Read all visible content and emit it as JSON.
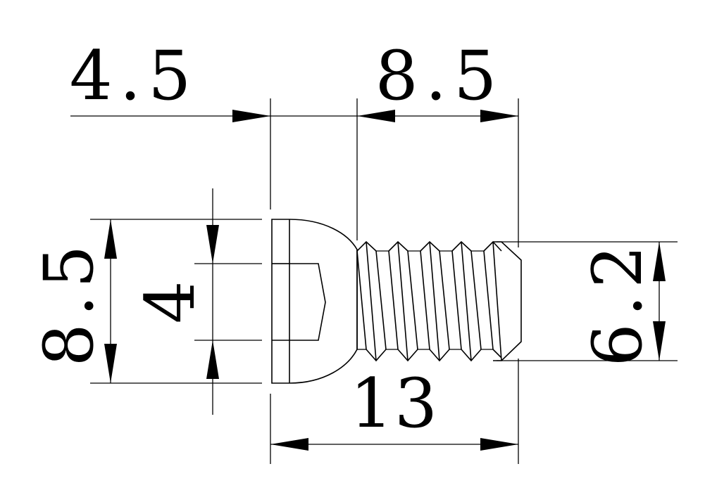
{
  "dimensions": {
    "head_length": "4.5",
    "thread_length": "8.5",
    "head_diameter": "8.5",
    "socket_width": "4",
    "thread_diameter": "6.2",
    "total_length": "13"
  },
  "colors": {
    "line": "#000000",
    "background": "#ffffff"
  }
}
